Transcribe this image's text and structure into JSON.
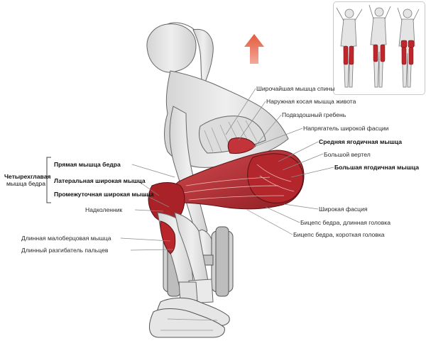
{
  "labels_left_group": {
    "group_title_line1": "Четырехглавая",
    "group_title_line2": "мышца бедра",
    "items": [
      "Прямая мышца бедра",
      "Латеральная широкая мышца",
      "Промежуточная широкая мышца"
    ]
  },
  "labels_left": {
    "nadkolennik": "Надколенник",
    "peroneus": "Длинная малоберцовая мышца",
    "extensor": "Длинный разгибатель пальцев"
  },
  "labels_right": [
    {
      "text": "Широчайшая мышца спины",
      "bold": false
    },
    {
      "text": "Наружная косая мышца живота",
      "bold": false
    },
    {
      "text": "Подвздошный гребень",
      "bold": false
    },
    {
      "text": "Напрягатель широкой фасции",
      "bold": false
    },
    {
      "text": "Средняя ягодичная мышца",
      "bold": true
    },
    {
      "text": "Большой вертел",
      "bold": false
    },
    {
      "text": "Большая ягодичная мышца",
      "bold": true
    },
    {
      "text": "Широкая фасция",
      "bold": false
    },
    {
      "text": "Бицепс бедра, длинная головка",
      "bold": false
    },
    {
      "text": "Бицепс бедра, короткая головка",
      "bold": false
    }
  ],
  "colors": {
    "muscle_highlight": "#c0272d",
    "arrow": "#e8694f",
    "skin": "#e6e6e6",
    "outline": "#6a6a6a",
    "leader": "#8a8a8a"
  },
  "icons": {
    "movement_arrow": "up-arrow-icon",
    "inset": "muscle-map-figures"
  }
}
